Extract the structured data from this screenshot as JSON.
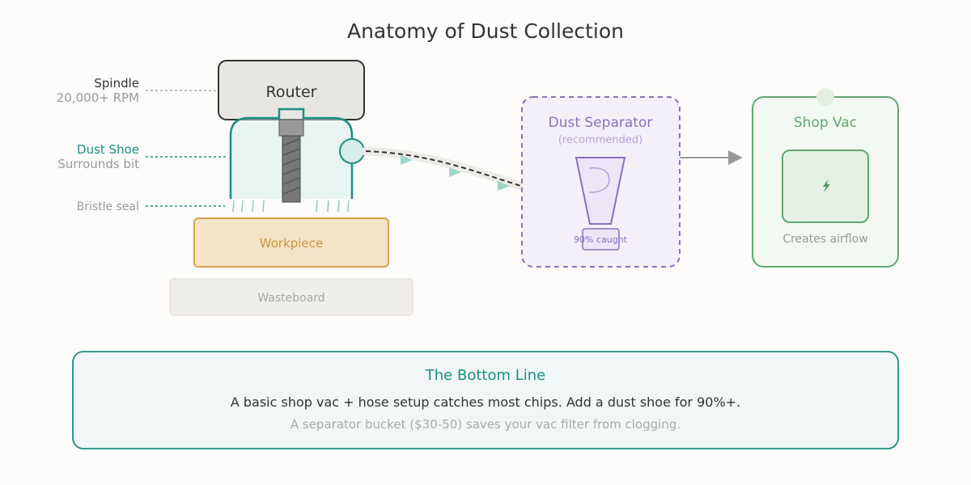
{
  "title": "Anatomy of Dust Collection",
  "router": {
    "label": "Router"
  },
  "workpiece": {
    "label": "Workpiece"
  },
  "wasteboard": {
    "label": "Wasteboard"
  },
  "callouts": {
    "spindle": {
      "name": "Spindle",
      "detail": "20,000+ RPM"
    },
    "dust_shoe": {
      "name": "Dust Shoe",
      "detail": "Surrounds bit"
    },
    "bristle": {
      "name": "Bristle seal"
    }
  },
  "separator": {
    "title": "Dust Separator",
    "subtitle": "(recommended)",
    "caption": "90% caught"
  },
  "shop_vac": {
    "title": "Shop Vac",
    "caption": "Creates airflow",
    "icon": "lightning-bolt-icon"
  },
  "bottom_line": {
    "heading": "The Bottom Line",
    "line1": "A basic shop vac + hose setup catches most chips. Add a dust shoe for 90%+.",
    "line2": "A separator bucket ($30-50) saves your vac filter from clogging."
  },
  "colors": {
    "teal": "#1a9080",
    "purple": "#8a70c0",
    "green": "#5fa870",
    "gold": "#d4a050",
    "ink": "#333333",
    "muted": "#999999"
  }
}
